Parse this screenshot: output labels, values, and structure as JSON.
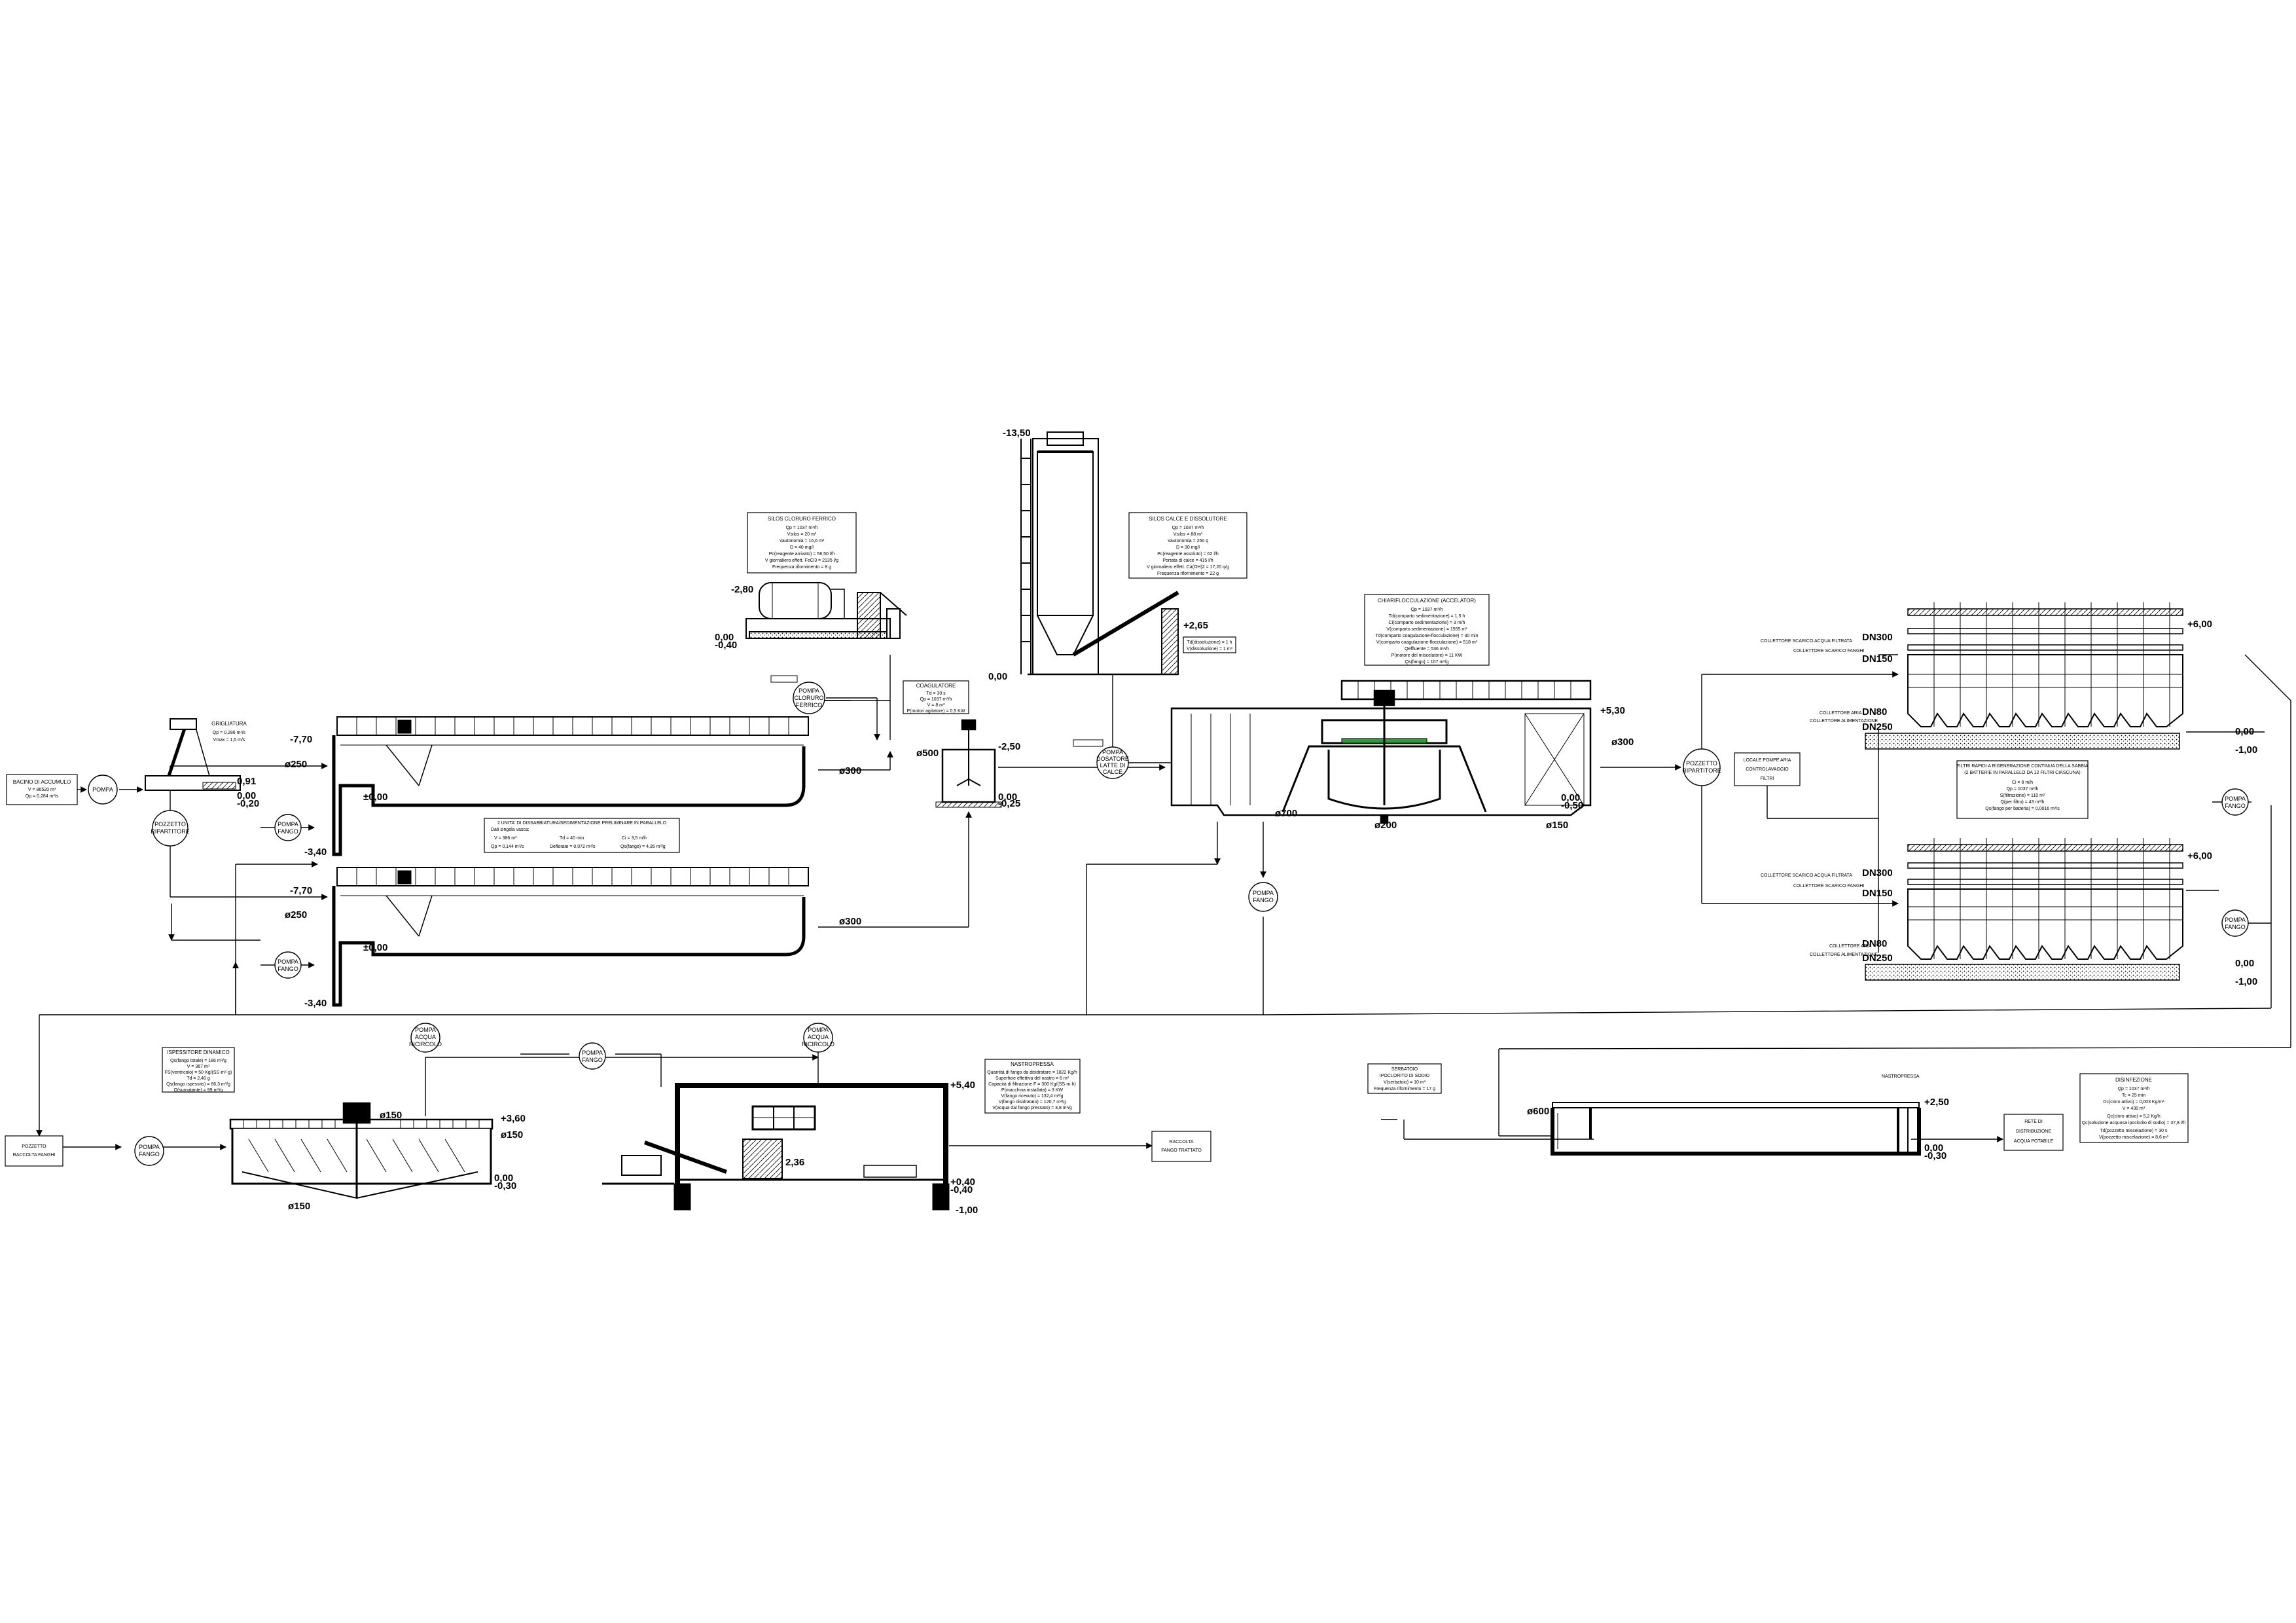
{
  "pumps": {
    "pompa": "POMPA",
    "pompa_fango": [
      "POMPA",
      "FANGO"
    ],
    "pompa_cloruro": [
      "POMPA",
      "CLORURO",
      "FERRICO"
    ],
    "pompa_latte": [
      "POMPA",
      "DOSATORE",
      "LATTE DI",
      "CALCE"
    ],
    "pompa_acqua": [
      "POMPA",
      "ACQUA",
      "RICIRCOLO"
    ]
  },
  "nodes": {
    "pozzetto_ripartitore": [
      "POZZETTO",
      "RIPARTITORE"
    ],
    "pozzetto_raccolta": [
      "POZZETTO",
      "RACCOLTA FANGHI"
    ],
    "raccolta_fango": [
      "RACCOLTA",
      "FANGO TRATTATO"
    ],
    "rete_distribuzione": [
      "RETE DI",
      "DISTRIBUZIONE",
      "ACQUA POTABILE"
    ],
    "locale_pompe": [
      "LOCALE POMPE ARIA",
      "CONTROLAVAGGIO",
      "FILTRI"
    ]
  },
  "boxes": {
    "bacino": {
      "title": "BACINO DI ACCUMULO",
      "lines": [
        "V = 86520 m³",
        "Qp = 0,284 m³/s"
      ]
    },
    "grigliatura": {
      "title": "GRIGLIATURA",
      "lines": [
        "Qp = 0,286 m³/s",
        "Vmax = 1,5 m/s"
      ]
    },
    "dissabbiatura": {
      "title": "2 UNITA' DI DISSABBIATURA/SEDIMENTAZIONE PRELIMINARE IN PARALLELO",
      "lines": [
        "Dati singola vasca:",
        "V = 386 m³",
        "Td = 40 min",
        "Ci = 3,5 m/h",
        "Qp = 0,144 m³/s",
        "Deflorate = 0,072 m³/s",
        "Qs(fango) = 4,35 m³/g"
      ]
    },
    "silos_cloruro": {
      "title": "SILOS CLORURO FERRICO",
      "lines": [
        "Qp = 1037 m³/h",
        "Vsilos = 20 m³",
        "Vautonomia = 16,6 m³",
        "D = 40 mg/l",
        "Pc(reagente arrivato) = 56,50 l/h",
        "V giornaliero effett. FeCl3 = 2135 l/g",
        "Frequenza rifornimento = 8 g"
      ]
    },
    "silos_calce": {
      "title": "SILOS CALCE E DISSOLUTORE",
      "lines": [
        "Qp = 1037 m³/h",
        "Vsilos = 88 m³",
        "Vautonomia = 250 q",
        "D = 30 mg/l",
        "Pc(reagente assoluto) = 62 l/h",
        "Portata di calce = 415 l/h",
        "V giornaliero effett. Ca(OH)2 = 17,20 q/g",
        "Frequenza rifornimento = 22 g"
      ]
    },
    "dissolutore": {
      "lines": [
        "Td(dissoluzione) = 1 h",
        "V(dissoluzione) = 1 m³"
      ]
    },
    "coagulatore": {
      "title": "COAGULATORE",
      "lines": [
        "Td = 30 s",
        "Qp = 1037 m³/h",
        "V = 8 m³",
        "P(motori agitatore) = 0,5 KW"
      ]
    },
    "chiariflocculazione": {
      "title": "CHIARIFLOCCULAZIONE (ACCELATOR)",
      "lines": [
        "Qp = 1037 m³/h",
        "Td(comparto sedimentazione) = 1,5 h",
        "Ci(comparto sedimentazione) = 3 m/h",
        "V(comparto sedimentazione) = 1555 m³",
        "Td(comparto coagulazione-flocculazione) = 30 min",
        "V(comparto coagulazione-flocculazione) = 518 m³",
        "Qeffluente = 536 m³/h",
        "P(motore del miscelatore) = 11 KW",
        "Qs(fango) = 107 m³/g"
      ]
    },
    "filtri": {
      "title": "FILTRI RAPIDI A RIGENERAZIONE CONTINUA DELLA SABBIA",
      "subtitle": "(2 BATTERIE IN PARALLELO DA 12 FILTRI CIASCUNA)",
      "lines": [
        "Ci = 8 m/h",
        "Qp = 1037 m³/h",
        "S(filtrazione) = 110 m²",
        "Q(per filtro) = 43 m³/h",
        "Qs(fango per batteria) = 0,0016 m³/s"
      ]
    },
    "ispessitore": {
      "title": "ISPESSITORE DINAMICO",
      "lines": [
        "Qs(fango totale) = 186 m³/g",
        "V = 367 m³",
        "FS(ventricolo) = 50 Kg/(SS·m²·g)",
        "Td = 2,40 g",
        "Qs(fango ispessito) = 86,3 m³/g",
        "Q(surnatante) = 99 m³/g"
      ]
    },
    "nastropressa": {
      "title": "NASTROPRESSA",
      "lines": [
        "Quantità di fango da disidratare = 1822 Kg/h",
        "Superficie effettiva del nastro = 6 m²",
        "Capacità di filtrazione F = 300 Kg/(SS·m·h)",
        "P(macchina installata) = 3 KW",
        "V(fango ricevuto) = 132,4 m³/g",
        "V(fango disidratato) = 120,7 m³/g",
        "V(acqua dal fango pressato) = 3,8 m³/g"
      ]
    },
    "serbatoio": {
      "title": "SERBATOIO",
      "subtitle": "IPOCLORITO DI SODIO",
      "lines": [
        "V(serbatoio) = 10 m³",
        "Frequenza rifornimento = 17 g"
      ]
    },
    "disinfezione": {
      "title": "DISINFEZIONE",
      "lines": [
        "Qp = 1037 m³/h",
        "Tc = 25 min",
        "Dc(cloro attivo) = 0,003 Kg/m³",
        "V = 430 m³",
        "Qc(cloro attivo) = 5,2 Kg/h",
        "Qc(soluzione acquosa ipoclorito di sodio) = 37,8 l/h",
        "Td(pozzetto miscelazione) = 30 s",
        "V(pozzetto miscelazione) = 8,6 m³"
      ]
    }
  },
  "labels": {
    "nastropressa_top": "NASTROPRESSA",
    "collettore_filtrata": "COLLETTORE SCARICO ACQUA FILTRATA",
    "collettore_fanghi": "COLLETTORE SCARICO FANGHI",
    "collettore_aria": "COLLETTORE ARIA",
    "collettore_alim": "COLLETTORE ALIMENTAZIONE",
    "dn300": "DN300",
    "dn150": "DN150",
    "dn80": "DN80",
    "dn250": "DN250",
    "phi300": "ø300",
    "phi250": "ø250",
    "phi500": "ø500",
    "phi700": "ø700",
    "phi200": "ø200",
    "phi150": "ø150",
    "phi600": "ø600"
  },
  "elevations": {
    "e1350": "-13,50",
    "e770": "-7,70",
    "e340": "-3,40",
    "e280": "-2,80",
    "e265": "+2,65",
    "e250": "-2,50",
    "e530": "+5,30",
    "e600": "+6,00",
    "e000": "±0,00",
    "e000b": "0,00",
    "e020": "-0,20",
    "e025": "-0,25",
    "e040": "-0,40",
    "e050": "-0,50",
    "e100": "-1,00",
    "e091": "0,91",
    "e360": "+3,60",
    "e540": "+5,40",
    "e236": "2,36",
    "e250b": "+2,50",
    "e030": "-0,30",
    "e040b": "+0,40"
  }
}
